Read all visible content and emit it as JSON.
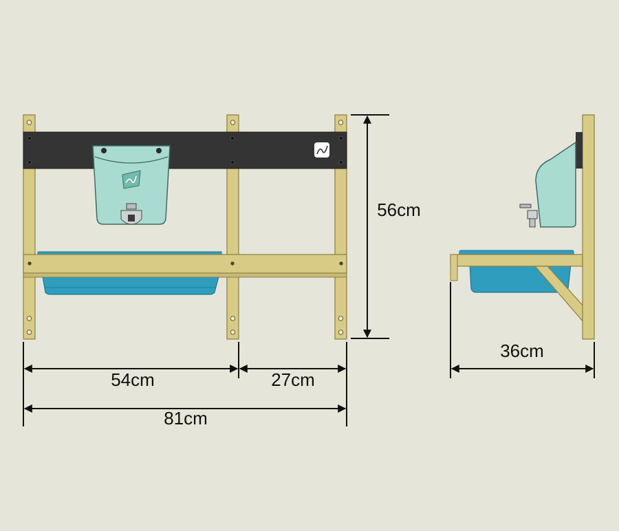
{
  "colors": {
    "background": "#e6e5d9",
    "wood": "#d8cb85",
    "wood_edge": "#8a7e43",
    "panel": "#343434",
    "container": "#a9dbd0",
    "container_edge": "#3f6b66",
    "tub": "#2f9dbd",
    "tub_dark": "#1f7893",
    "line": "#111111"
  },
  "dimensions": {
    "height": "56cm",
    "width_left": "54cm",
    "width_right": "27cm",
    "width_total": "81cm",
    "depth": "36cm"
  }
}
